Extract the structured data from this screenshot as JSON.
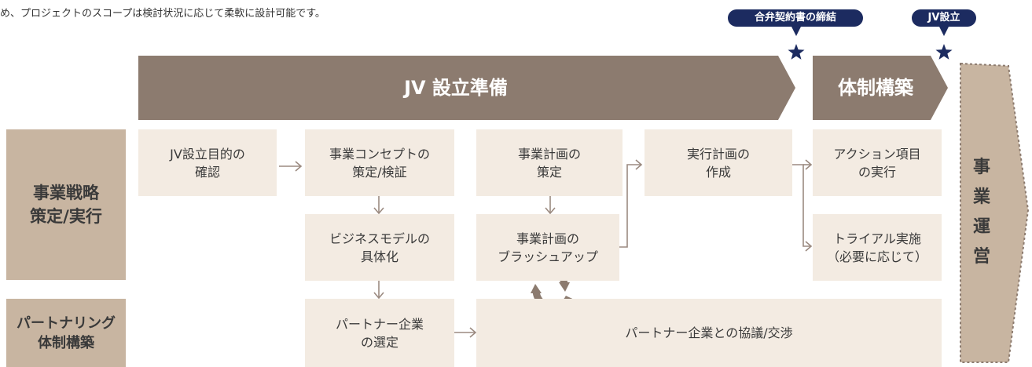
{
  "caption": "め、プロジェクトのスコープは検討状況に応じて柔軟に設計可能です。",
  "milestones": {
    "jv_agreement": "合弁契約書の締結",
    "jv_established": "JV設立"
  },
  "phases": {
    "jv_prep": "JV 設立準備",
    "structure": "体制構築",
    "operation": "事業運営"
  },
  "rows": {
    "strategy": "事業戦略\n策定/実行",
    "partnering": "パートナリング\n体制構築"
  },
  "steps": {
    "confirm_purpose": "JV設立目的の\n確認",
    "concept": "事業コンセプトの\n策定/検証",
    "business_model": "ビジネスモデルの\n具体化",
    "business_plan": "事業計画の\n策定",
    "plan_brushup": "事業計画の\nブラッシュアップ",
    "exec_plan": "実行計画の\n作成",
    "action_items": "アクション項目\nの実行",
    "trial": "トライアル実施\n（必要に応じて）",
    "partner_selection": "パートナー企業\nの選定",
    "partner_negotiation": "パートナー企業との協議/交渉"
  },
  "colors": {
    "phase_arrow": "#8c7b6f",
    "side_label": "#c8b5a1",
    "step_box": "#f3ebe2",
    "connector": "#9b8a80",
    "milestone": "#1c2b60"
  }
}
